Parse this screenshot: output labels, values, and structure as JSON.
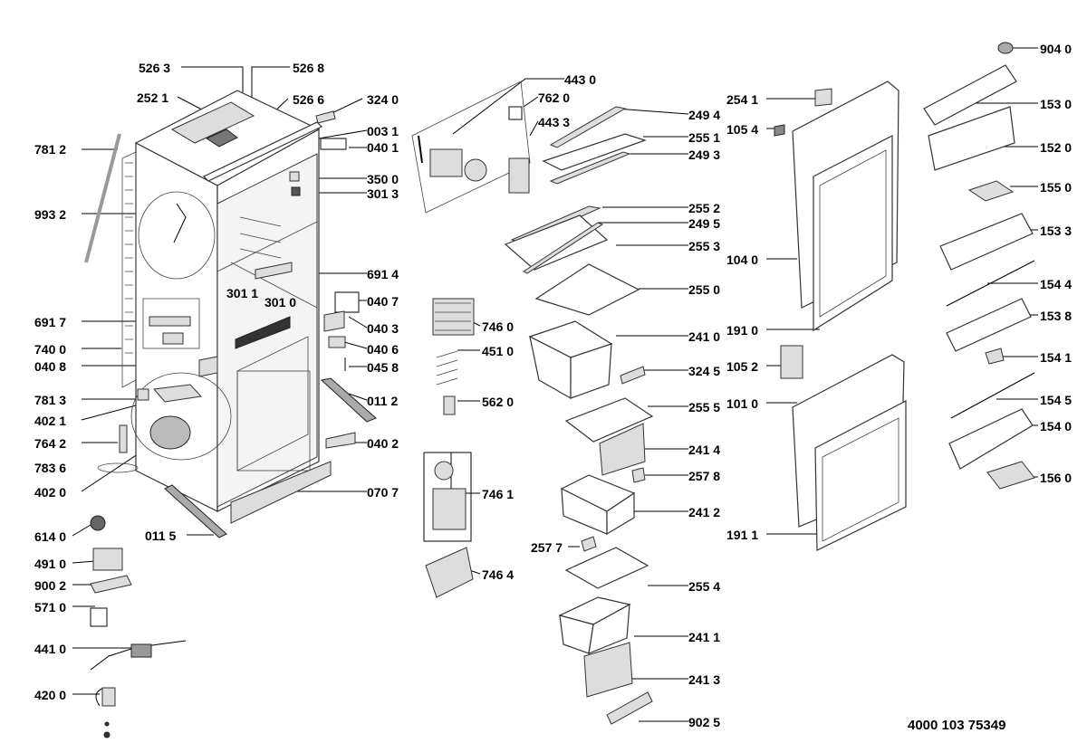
{
  "document_number": "4000 103 75349",
  "labels": [
    {
      "id": "l5263",
      "text": "526 3"
    },
    {
      "id": "l5268",
      "text": "526 8"
    },
    {
      "id": "l2521",
      "text": "252 1"
    },
    {
      "id": "l5266",
      "text": "526 6"
    },
    {
      "id": "l3240",
      "text": "324 0"
    },
    {
      "id": "l7812",
      "text": "781 2"
    },
    {
      "id": "l0031",
      "text": "003 1"
    },
    {
      "id": "l0401",
      "text": "040 1"
    },
    {
      "id": "l3500",
      "text": "350 0"
    },
    {
      "id": "l3013",
      "text": "301 3"
    },
    {
      "id": "l9932",
      "text": "993 2"
    },
    {
      "id": "l6914",
      "text": "691 4"
    },
    {
      "id": "l3011",
      "text": "301 1"
    },
    {
      "id": "l3010",
      "text": "301 0"
    },
    {
      "id": "l0407",
      "text": "040 7"
    },
    {
      "id": "l6917",
      "text": "691 7"
    },
    {
      "id": "l0403",
      "text": "040 3"
    },
    {
      "id": "l7400",
      "text": "740 0"
    },
    {
      "id": "l0406",
      "text": "040 6"
    },
    {
      "id": "l0408",
      "text": "040 8"
    },
    {
      "id": "l0458",
      "text": "045 8"
    },
    {
      "id": "l7813",
      "text": "781 3"
    },
    {
      "id": "l0112",
      "text": "011 2"
    },
    {
      "id": "l4021",
      "text": "402 1"
    },
    {
      "id": "l7642",
      "text": "764 2"
    },
    {
      "id": "l0402",
      "text": "040 2"
    },
    {
      "id": "l7836",
      "text": "783 6"
    },
    {
      "id": "l4020",
      "text": "402 0"
    },
    {
      "id": "l0707",
      "text": "070 7"
    },
    {
      "id": "l6140",
      "text": "614 0"
    },
    {
      "id": "l0115",
      "text": "011 5"
    },
    {
      "id": "l4910",
      "text": "491 0"
    },
    {
      "id": "l9002",
      "text": "900 2"
    },
    {
      "id": "l5710",
      "text": "571 0"
    },
    {
      "id": "l4410",
      "text": "441 0"
    },
    {
      "id": "l4200",
      "text": "420 0"
    },
    {
      "id": "l4430",
      "text": "443 0"
    },
    {
      "id": "l7620",
      "text": "762 0"
    },
    {
      "id": "l4433",
      "text": "443 3"
    },
    {
      "id": "l7460",
      "text": "746 0"
    },
    {
      "id": "l4510",
      "text": "451 0"
    },
    {
      "id": "l5620",
      "text": "562 0"
    },
    {
      "id": "l7461",
      "text": "746 1"
    },
    {
      "id": "l7464",
      "text": "746 4"
    },
    {
      "id": "l2494",
      "text": "249 4"
    },
    {
      "id": "l2551",
      "text": "255 1"
    },
    {
      "id": "l2493",
      "text": "249 3"
    },
    {
      "id": "l2552",
      "text": "255 2"
    },
    {
      "id": "l2495",
      "text": "249 5"
    },
    {
      "id": "l2553",
      "text": "255 3"
    },
    {
      "id": "l2550",
      "text": "255 0"
    },
    {
      "id": "l2410",
      "text": "241 0"
    },
    {
      "id": "l3245",
      "text": "324 5"
    },
    {
      "id": "l2555",
      "text": "255 5"
    },
    {
      "id": "l2414",
      "text": "241 4"
    },
    {
      "id": "l2578",
      "text": "257 8"
    },
    {
      "id": "l2412",
      "text": "241 2"
    },
    {
      "id": "l2577",
      "text": "257 7"
    },
    {
      "id": "l2554",
      "text": "255 4"
    },
    {
      "id": "l2411",
      "text": "241 1"
    },
    {
      "id": "l2413",
      "text": "241 3"
    },
    {
      "id": "l9025",
      "text": "902 5"
    },
    {
      "id": "l2541",
      "text": "254 1"
    },
    {
      "id": "l1054",
      "text": "105 4"
    },
    {
      "id": "l1040",
      "text": "104 0"
    },
    {
      "id": "l1910",
      "text": "191 0"
    },
    {
      "id": "l1052",
      "text": "105 2"
    },
    {
      "id": "l1010",
      "text": "101 0"
    },
    {
      "id": "l1911",
      "text": "191 1"
    },
    {
      "id": "l9040",
      "text": "904 0"
    },
    {
      "id": "l1530",
      "text": "153 0"
    },
    {
      "id": "l1520",
      "text": "152 0"
    },
    {
      "id": "l1550",
      "text": "155 0"
    },
    {
      "id": "l1533",
      "text": "153 3"
    },
    {
      "id": "l1544",
      "text": "154 4"
    },
    {
      "id": "l1538",
      "text": "153 8"
    },
    {
      "id": "l1541",
      "text": "154 1"
    },
    {
      "id": "l1545",
      "text": "154 5"
    },
    {
      "id": "l1540",
      "text": "154 0"
    },
    {
      "id": "l1560",
      "text": "156 0"
    }
  ]
}
